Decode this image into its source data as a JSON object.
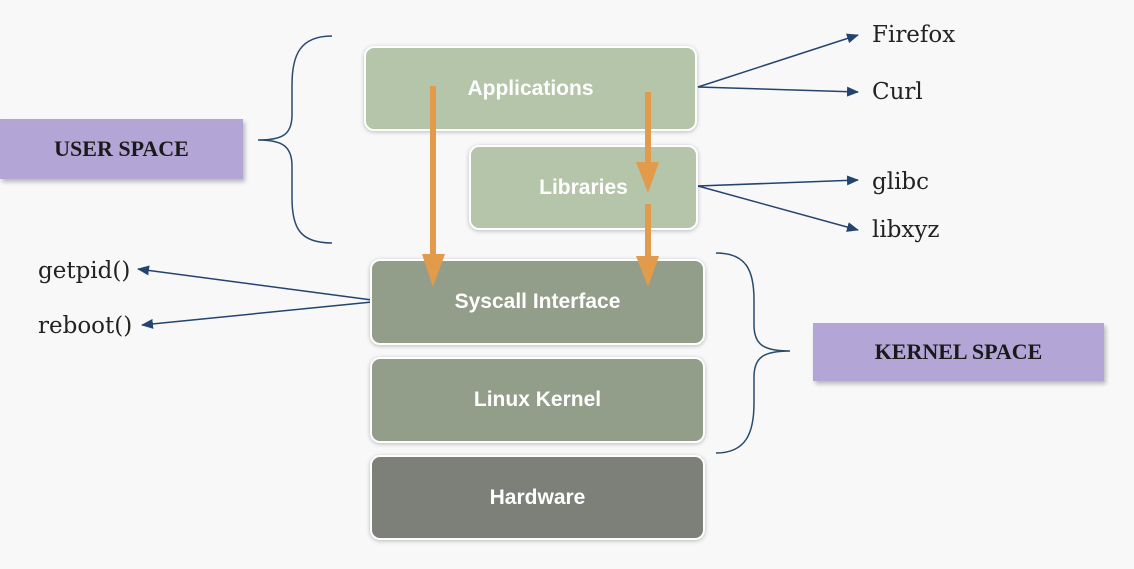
{
  "layers": {
    "applications": "Applications",
    "libraries": "Libraries",
    "syscall": "Syscall Interface",
    "kernel": "Linux Kernel",
    "hardware": "Hardware"
  },
  "spaces": {
    "user": "USER SPACE",
    "kernel": "KERNEL SPACE"
  },
  "apps": [
    "Firefox",
    "Curl"
  ],
  "libs": [
    "glibc",
    "libxyz"
  ],
  "syscalls": [
    "getpid()",
    "reboot()"
  ],
  "colors": {
    "user_layer": "#b5c5aa",
    "kernel_layer": "#929d8a",
    "hardware_layer": "#7c8079",
    "space_tag": "#b3a6d6",
    "flow_arrow": "#e29a4b",
    "link_arrow": "#24446e"
  }
}
